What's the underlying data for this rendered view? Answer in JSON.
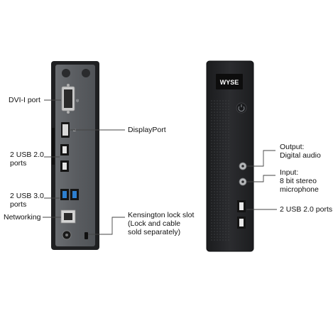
{
  "back_labels": {
    "dvi": "DVI-I port",
    "displayport": "DisplayPort",
    "usb2": "2 USB 2.0\nports",
    "usb3": "2 USB 3.0\nports",
    "networking": "Networking",
    "kensington": "Kensington lock slot\n(Lock and cable\nsold separately)"
  },
  "front_labels": {
    "output": "Output:\nDigital audio",
    "input": "Input:\n8 bit stereo\nmicrophone",
    "usb2": "2 USB 2.0 ports"
  },
  "brand": {
    "logo_text": "WYSE"
  },
  "colors": {
    "chassis": "#232426",
    "chassis_edge": "#0e0f10",
    "panel": "#5f6266",
    "usb3_blue": "#2d7fd0",
    "leader": "#444444"
  }
}
